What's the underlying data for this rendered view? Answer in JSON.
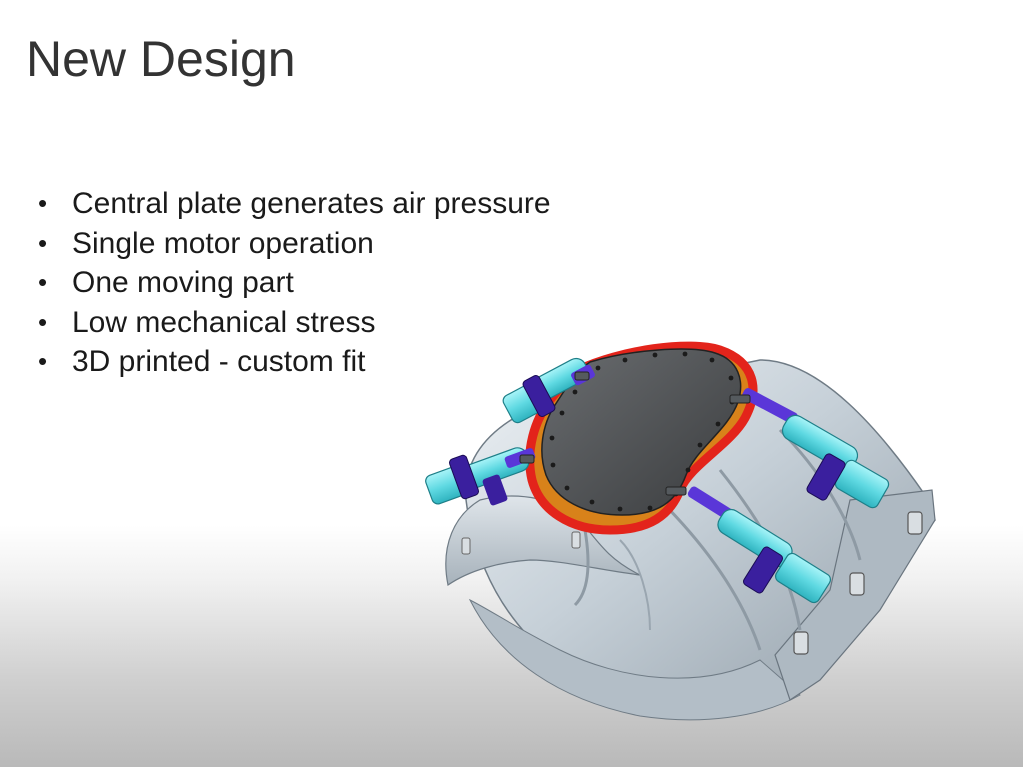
{
  "slide": {
    "title": "New Design",
    "bullets": [
      "Central plate generates air pressure",
      "Single motor operation",
      "One moving part",
      "Low mechanical stress",
      "3D printed - custom fit"
    ],
    "bullet_glyph": "•"
  },
  "colors": {
    "title_text": "#333333",
    "body_text": "#1a1a1a",
    "housing": "#c9d3db",
    "plate": "#4a4d4f",
    "seal": "#e3241b",
    "actuator_cylinder": "#6fe3ea",
    "actuator_bracket": "#3a1f9e"
  }
}
